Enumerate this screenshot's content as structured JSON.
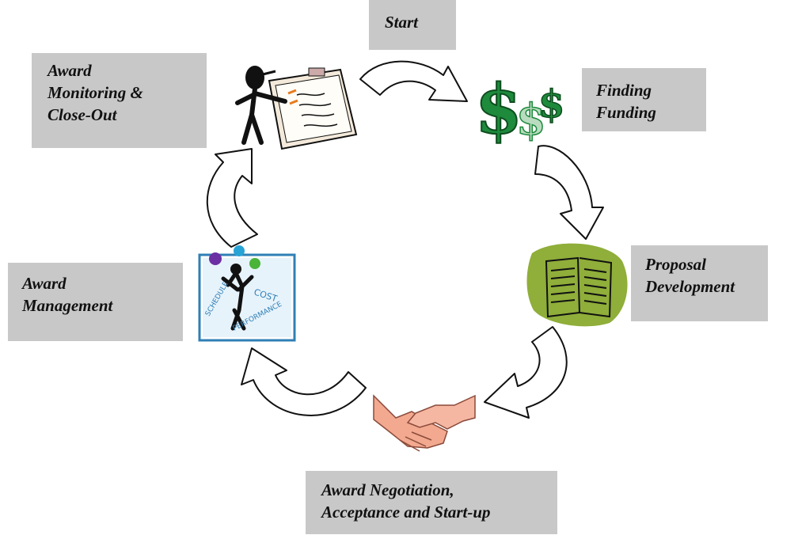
{
  "stages": {
    "start": {
      "lines": [
        "Start"
      ]
    },
    "finding_funding": {
      "lines": [
        "Finding",
        "Funding"
      ]
    },
    "proposal_development": {
      "lines": [
        "Proposal",
        "Development"
      ]
    },
    "award_negotiation": {
      "lines": [
        "Award Negotiation,",
        "Acceptance and Start-up"
      ]
    },
    "award_management": {
      "lines": [
        "Award",
        "Management"
      ]
    },
    "award_monitoring": {
      "lines": [
        "Award",
        "Monitoring &",
        "Close-Out"
      ]
    }
  },
  "clipart": {
    "money": {
      "symbols": [
        "$",
        "$",
        "$"
      ]
    },
    "schedule_card": {
      "words": [
        "SCHEDULE",
        "COST",
        "PERFORMANCE"
      ]
    }
  },
  "colors": {
    "label_bg": "#c8c8c8",
    "money_green": "#1e8a3c",
    "book_green": "#8fae3a",
    "skin": "#f2a98f",
    "card_blue": "#2f7fb5",
    "arrow_fill": "#ffffff",
    "arrow_stroke": "#111111"
  }
}
